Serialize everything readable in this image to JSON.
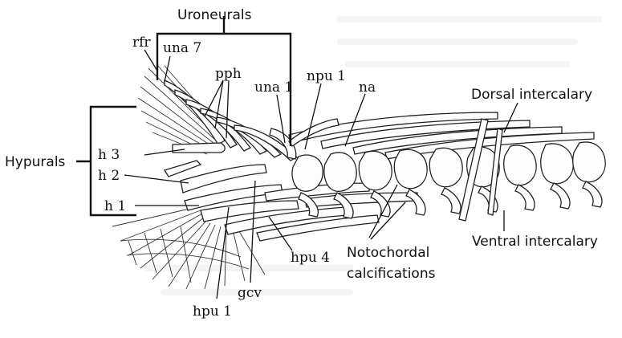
{
  "labels": {
    "uroneurals": "Uroneurals",
    "hypurals": "Hypurals",
    "rfr": "rfr",
    "una7": "una 7",
    "pph": "pph",
    "una1": "una 1",
    "npu1": "npu 1",
    "na": "na",
    "dorsal_intercalary": "Dorsal intercalary",
    "ventral_intercalary": "Ventral intercalary",
    "h3": "h 3",
    "h2": "h 2",
    "h1": "h 1",
    "notochordal_line1": "Notochordal",
    "notochordal_line2": "calcifications",
    "hpu4": "hpu 4",
    "gcv": "gcv",
    "hpu1": "hpu 1"
  }
}
